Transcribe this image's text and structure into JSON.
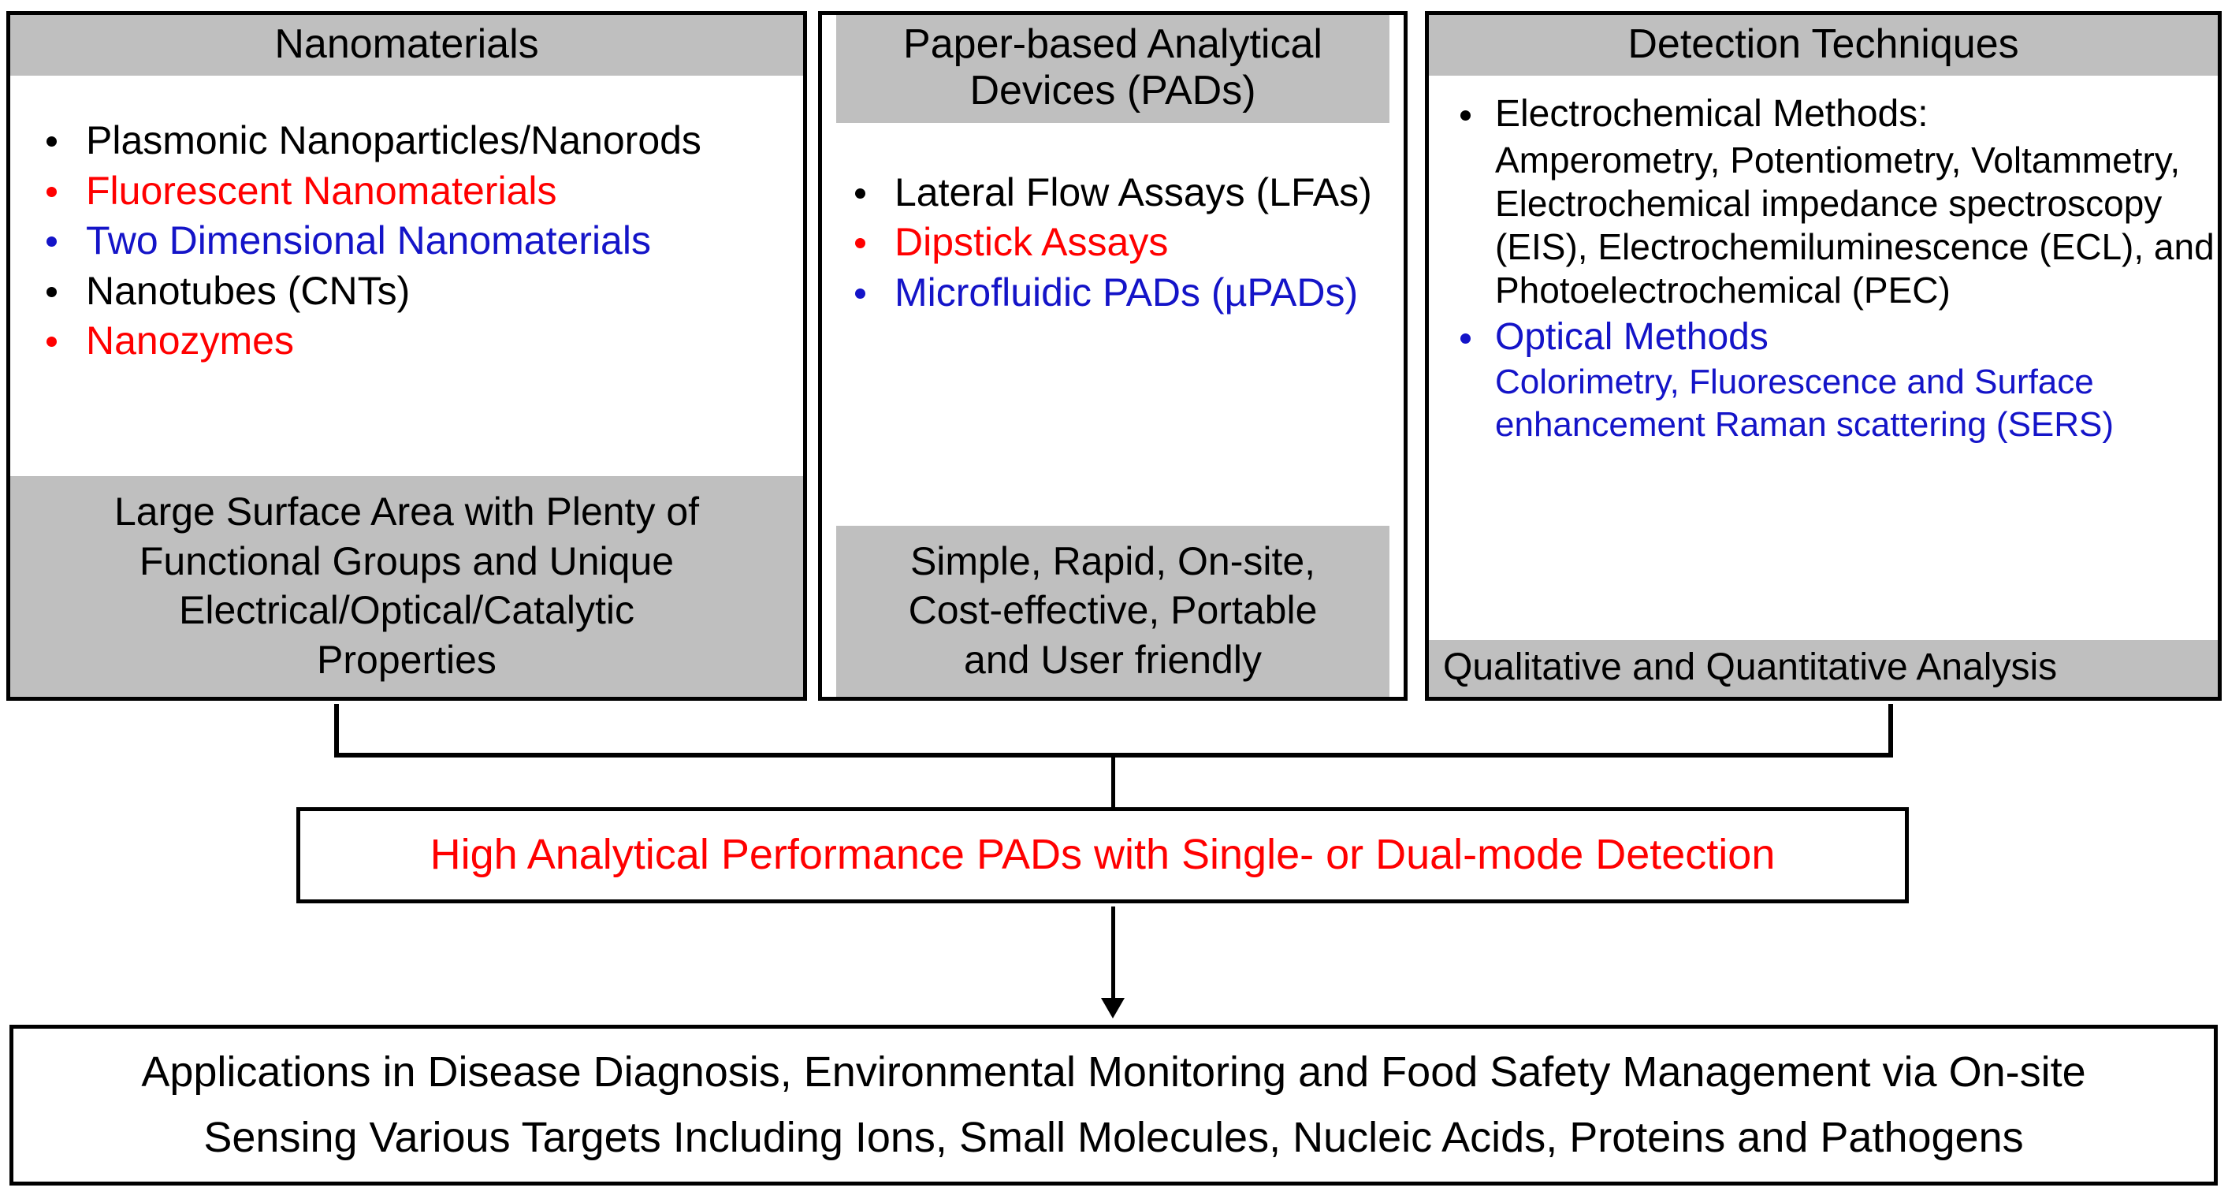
{
  "diagram": {
    "columns": [
      {
        "id": "nanomaterials",
        "title": "Nanomaterials",
        "items": [
          {
            "text": "Plasmonic Nanoparticles/Nanorods",
            "color": "black"
          },
          {
            "text": "Fluorescent Nanomaterials",
            "color": "red"
          },
          {
            "text": "Two Dimensional Nanomaterials",
            "color": "blue"
          },
          {
            "text": "Nanotubes (CNTs)",
            "color": "black"
          },
          {
            "text": "Nanozymes",
            "color": "red"
          }
        ],
        "footer": "Large Surface Area with Plenty of\nFunctional Groups and Unique\nElectrical/Optical/Catalytic\nProperties"
      },
      {
        "id": "pads",
        "title": "Paper-based Analytical\nDevices (PADs)",
        "items": [
          {
            "text": "Lateral Flow Assays (LFAs)",
            "color": "black"
          },
          {
            "text": "Dipstick Assays",
            "color": "red"
          },
          {
            "text": "Microfluidic PADs (µPADs)",
            "color": "blue"
          }
        ],
        "footer": "Simple, Rapid, On-site,\nCost-effective, Portable\nand User friendly"
      },
      {
        "id": "detection",
        "title": "Detection Techniques",
        "items": [
          {
            "text": "Electrochemical Methods:",
            "color": "black",
            "detail": "Amperometry, Potentiometry,\nVoltammetry, Electrochemical impedance\nspectroscopy (EIS),\nElectrochemiluminescence (ECL), and\nPhotoelectrochemical (PEC)"
          },
          {
            "text": "Optical Methods",
            "color": "blue",
            "detail": "Colorimetry, Fluorescence and Surface\nenhancement Raman scattering (SERS)"
          }
        ],
        "footer": "Qualitative and Quantitative Analysis"
      }
    ],
    "performance_box": {
      "text": "High Analytical Performance PADs with Single- or Dual-mode Detection",
      "color": "#ff0000"
    },
    "applications_box": {
      "line1": "Applications in Disease Diagnosis, Environmental Monitoring and Food Safety Management via On-site",
      "line2": "Sensing Various Targets Including Ions, Small Molecules, Nucleic Acids, Proteins and Pathogens"
    },
    "palette": {
      "band_gray": "#bfbfbf",
      "accent_red": "#ff0000",
      "accent_blue": "#1414c8",
      "outline": "#000000"
    }
  }
}
